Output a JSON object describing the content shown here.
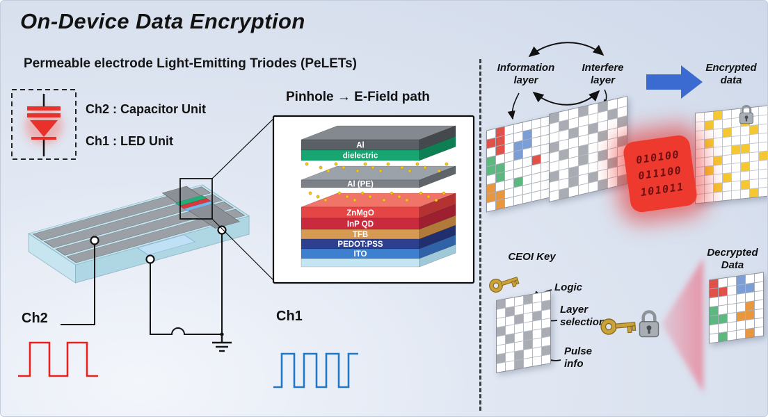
{
  "title": "On-Device Data Encryption",
  "subtitle": "Permeable electrode Light-Emitting Triodes (PeLETs)",
  "legend": {
    "ch2_label": "Ch2 : Capacitor Unit",
    "ch1_label": "Ch1 : LED Unit"
  },
  "device": {
    "pinhole_label": "Pinhole → E-Field path",
    "stack": {
      "layers": [
        {
          "label": "Al",
          "front": "#5a6066",
          "top": "#83898f",
          "side": "#45494d",
          "text": "#ffffff",
          "t": 15,
          "gap": 0
        },
        {
          "label": "dielectric",
          "front": "#17a571",
          "top": "#2fc98d",
          "side": "#0e7e55",
          "text": "#ffffff",
          "t": 15,
          "gap": 28
        },
        {
          "label": "Al (PE)",
          "front": "#7b8187",
          "top": "#9ba2a9",
          "side": "#5f646a",
          "text": "#ffffff",
          "t": 11,
          "gap": 28
        },
        {
          "label": "ZnMgO",
          "front": "#e64545",
          "top": "#f07468",
          "side": "#b53232",
          "text": "#ffffff",
          "t": 16,
          "gap": 0
        },
        {
          "label": "InP QD",
          "front": "#c92a3e",
          "top": "#dd5560",
          "side": "#9e1f30",
          "text": "#ffffff",
          "t": 16,
          "gap": 0
        },
        {
          "label": "TFB",
          "front": "#d79a52",
          "top": "#e7b87c",
          "side": "#b27a3a",
          "text": "#ffffff",
          "t": 14,
          "gap": 0
        },
        {
          "label": "PEDOT:PSS",
          "front": "#2e3f90",
          "top": "#4a5cb4",
          "side": "#222f6e",
          "text": "#ffffff",
          "t": 14,
          "gap": 0
        },
        {
          "label": "ITO",
          "front": "#3f7fd0",
          "top": "#6da3e2",
          "side": "#2f62a6",
          "text": "#ffffff",
          "t": 14,
          "gap": 0
        },
        {
          "label": "",
          "front": "#c3e6f2",
          "top": "#e0f4fb",
          "side": "#9fc9d9",
          "text": "#334466",
          "t": 12,
          "gap": 0
        }
      ]
    },
    "waves": {
      "ch2_label": "Ch2",
      "ch1_label": "Ch1",
      "ch2_color": "#e8231f",
      "ch1_color": "#1f78c8"
    }
  },
  "encryption": {
    "information_layer_label": "Information\nlayer",
    "interfere_layer_label": "Interfere\nlayer",
    "encrypted_data_label": "Encrypted\ndata",
    "binary_code": "010100\n011100\n101011",
    "ceoi_key_label": "CEOI Key",
    "logic_label": "Logic",
    "layer_selection_label": "Layer\nselection",
    "pulse_info_label": "Pulse\ninfo",
    "decrypted_data_label": "Decrypted\nData",
    "arrow_color": "#3b6bd0",
    "glow_color": "#e8231f",
    "key_color": "#c9a23a",
    "lock_color": "#a9aeb5"
  },
  "grids": {
    "palette": {
      "W": "#ffffff",
      "R": "#e0514a",
      "B": "#7b9fd4",
      "G": "#5cb87e",
      "O": "#e8973f",
      "K": "#a9adb3",
      "Y": "#f5c832"
    },
    "information": {
      "cols": 7,
      "cell": 12,
      "rows": [
        "WRWWWWW",
        "RRWWBWW",
        "WRWBBWW",
        "GWWBWWW",
        "GGWWWRW",
        "WGWWWWW",
        "OWWGWWW",
        "OOWWWWW",
        "WOWWWWW"
      ]
    },
    "interfere": {
      "cols": 8,
      "cell": 13,
      "rows": [
        "KWWKWKWW",
        "WKWWWWKW",
        "WWKWKWWK",
        "KWWWWKWW",
        "WKWKWWWK",
        "WWWKWKWW",
        "KWKWWWKW",
        "WWKWKWWW",
        "WKWWWKWK"
      ]
    },
    "encrypted": {
      "cols": 8,
      "cell": 12,
      "rows": [
        "WWYWWWWW",
        "WYWWWYWW",
        "WWWYWWYW",
        "WYWWWWWW",
        "WWWWYYWW",
        "WWYWWWWY",
        "WYWWWYWW",
        "WWWYWWWW",
        "WWYWWYWW",
        "WWWWWWYW"
      ]
    },
    "ceoi": {
      "cols": 6,
      "cell": 12,
      "rows": [
        "KWWKWW",
        "WKWWWK",
        "WWKWKW",
        "KWWWWW",
        "WKWKWK",
        "WWWKWW",
        "KWKWWK",
        "WWKWWW"
      ]
    },
    "decrypted": {
      "cols": 6,
      "cell": 12,
      "rows": [
        "RWWBWW",
        "RRWBBW",
        "WWWWWW",
        "GWWWOW",
        "GGWOOW",
        "WWWWWW",
        "WGWWOW"
      ]
    }
  }
}
